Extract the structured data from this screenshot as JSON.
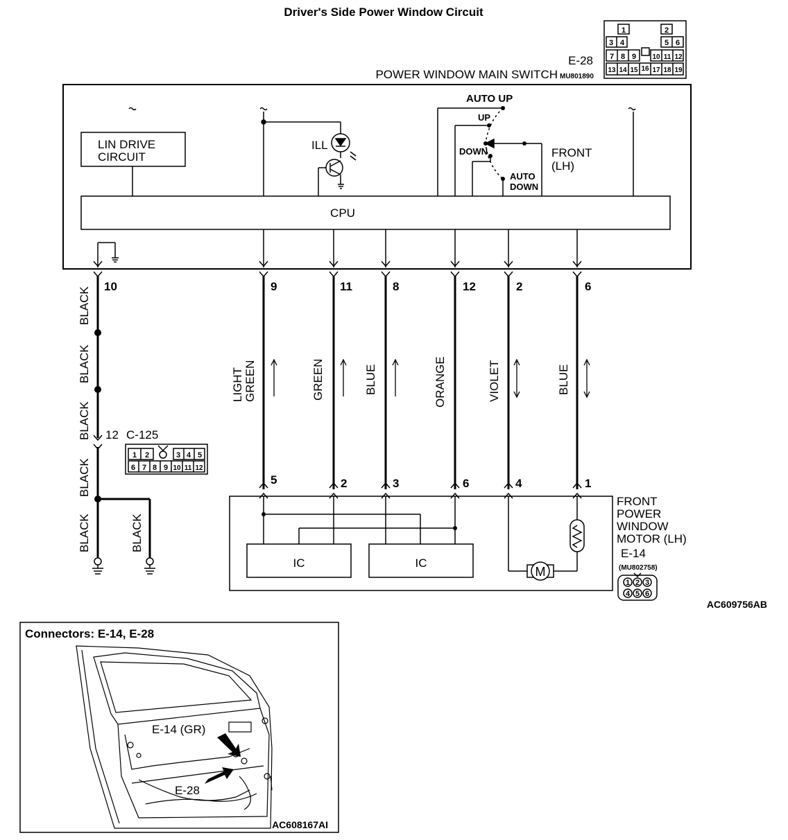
{
  "title": "Driver's Side Power Window Circuit",
  "switch": {
    "connector_id": "E-28",
    "name": "POWER WINDOW MAIN SWITCH",
    "part_no": "MU801890",
    "cavities_top": [
      "1",
      "2"
    ],
    "cavities_row2": [
      "3",
      "4",
      "5",
      "6"
    ],
    "cavities_row3": [
      "7",
      "8",
      "9",
      "10",
      "11",
      "12"
    ],
    "cavities_row4": [
      "13",
      "14",
      "15",
      "16",
      "17",
      "18",
      "19"
    ],
    "lin_drive_1": "LIN DRIVE",
    "lin_drive_2": "CIRCUIT",
    "ill": "ILL",
    "cpu": "CPU",
    "auto_up": "AUTO UP",
    "up": "UP",
    "down": "DOWN",
    "auto_down_1": "AUTO",
    "auto_down_2": "DOWN",
    "front_1": "FRONT",
    "front_2": "(LH)"
  },
  "wires": {
    "ground": {
      "pin": "10",
      "color": "BLACK"
    },
    "w1": {
      "top_pin": "9",
      "bottom_pin": "5",
      "color_1": "LIGHT",
      "color_2": "GREEN"
    },
    "w2": {
      "top_pin": "11",
      "bottom_pin": "2",
      "color": "GREEN"
    },
    "w3": {
      "top_pin": "8",
      "bottom_pin": "3",
      "color": "BLUE"
    },
    "w4": {
      "top_pin": "12",
      "bottom_pin": "6",
      "color": "ORANGE"
    },
    "w5": {
      "top_pin": "2",
      "bottom_pin": "4",
      "color": "VIOLET"
    },
    "w6": {
      "top_pin": "6",
      "bottom_pin": "1",
      "color": "BLUE"
    }
  },
  "c125": {
    "pin": "12",
    "id": "C-125",
    "row1": [
      "1",
      "2",
      "3",
      "4",
      "5"
    ],
    "row2": [
      "6",
      "7",
      "8",
      "9",
      "10",
      "11",
      "12"
    ]
  },
  "motor": {
    "ic": "IC",
    "motor_symbol": "M",
    "name_1": "FRONT",
    "name_2": "POWER",
    "name_3": "WINDOW",
    "name_4": "MOTOR (LH)",
    "connector_id": "E-14",
    "part_no": "(MU802758)",
    "cavities": [
      "1",
      "2",
      "3",
      "4",
      "5",
      "6"
    ]
  },
  "diagram_code": "AC609756AB",
  "inset": {
    "title": "Connectors: E-14, E-28",
    "label_e14": "E-14 (GR)",
    "label_e28": "E-28",
    "code": "AC608167AI"
  }
}
